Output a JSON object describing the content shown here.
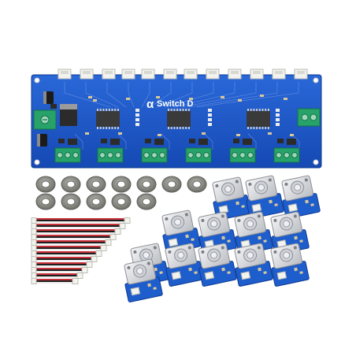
{
  "board": {
    "brand_symbol": "α",
    "brand_name": "Switch D",
    "pcb_color": "#1a56c8",
    "terminal_color": "#27a36a"
  },
  "kit": {
    "washer_count": 12,
    "cable_count": 12,
    "sensor_module_count": 13
  },
  "colors": {
    "background": "#ffffff",
    "chip": "#3a3a3a",
    "connector": "#f2f2ee",
    "washer": "#8d8d88",
    "cable_red": "#c8323a",
    "cable_black": "#1e1e1e",
    "cable_white": "#e8e8e8",
    "module_pcb": "#1e5dcc",
    "module_bracket": "#e4e6ea"
  }
}
